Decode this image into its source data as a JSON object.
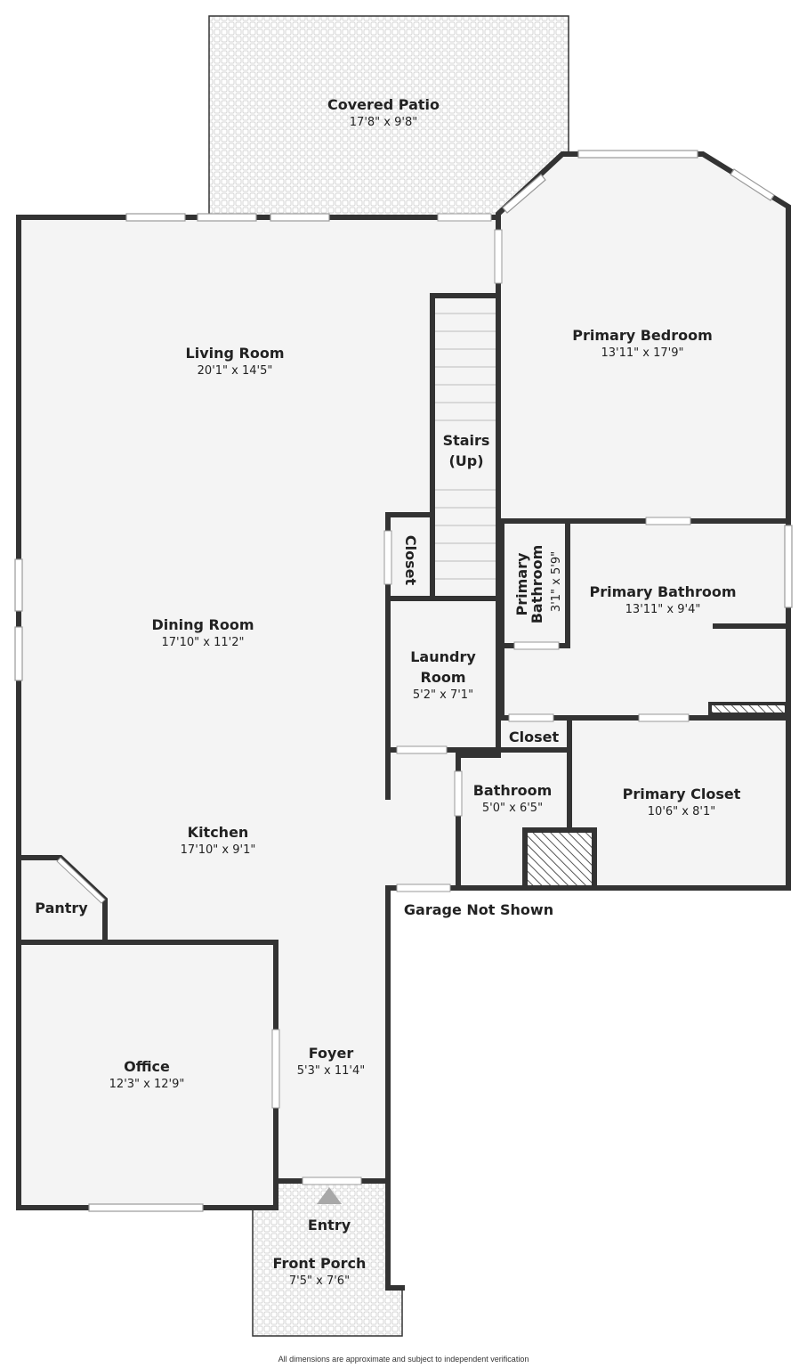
{
  "rooms": {
    "covered_patio": {
      "name": "Covered Patio",
      "dim": "17'8\" x 9'8\""
    },
    "primary_bedroom": {
      "name": "Primary Bedroom",
      "dim": "13'11\" x 17'9\""
    },
    "living_room": {
      "name": "Living Room",
      "dim": "20'1\" x 14'5\""
    },
    "stairs": {
      "name_line1": "Stairs",
      "name_line2": "(Up)"
    },
    "closet_hall": {
      "name": "Closet"
    },
    "primary_bath_small": {
      "name_line1": "Primary",
      "name_line2": "Bathroom",
      "dim": "3'1\" x 5'9\""
    },
    "primary_bathroom": {
      "name": "Primary Bathroom",
      "dim": "13'11\" x 9'4\""
    },
    "dining_room": {
      "name": "Dining Room",
      "dim": "17'10\" x 11'2\""
    },
    "laundry_room": {
      "name_line1": "Laundry",
      "name_line2": "Room",
      "dim": "5'2\" x 7'1\""
    },
    "closet_primary": {
      "name": "Closet"
    },
    "bathroom": {
      "name": "Bathroom",
      "dim": "5'0\" x 6'5\""
    },
    "primary_closet": {
      "name": "Primary Closet",
      "dim": "10'6\" x 8'1\""
    },
    "kitchen": {
      "name": "Kitchen",
      "dim": "17'10\" x 9'1\""
    },
    "garage_note": {
      "name": "Garage Not Shown"
    },
    "pantry": {
      "name": "Pantry"
    },
    "office": {
      "name": "Office",
      "dim": "12'3\" x 12'9\""
    },
    "foyer": {
      "name": "Foyer",
      "dim": "5'3\" x 11'4\""
    },
    "entry": {
      "name": "Entry"
    },
    "front_porch": {
      "name": "Front Porch",
      "dim": "7'5\" x 7'6\""
    }
  },
  "disclaimer": "All dimensions are approximate and subject to independent verification",
  "colors": {
    "wall": "#333333",
    "floor": "#f4f4f4",
    "window_frame": "#9a9a9a",
    "tile": "#d6d6d6",
    "entry_arrow": "#a8a8a8"
  }
}
